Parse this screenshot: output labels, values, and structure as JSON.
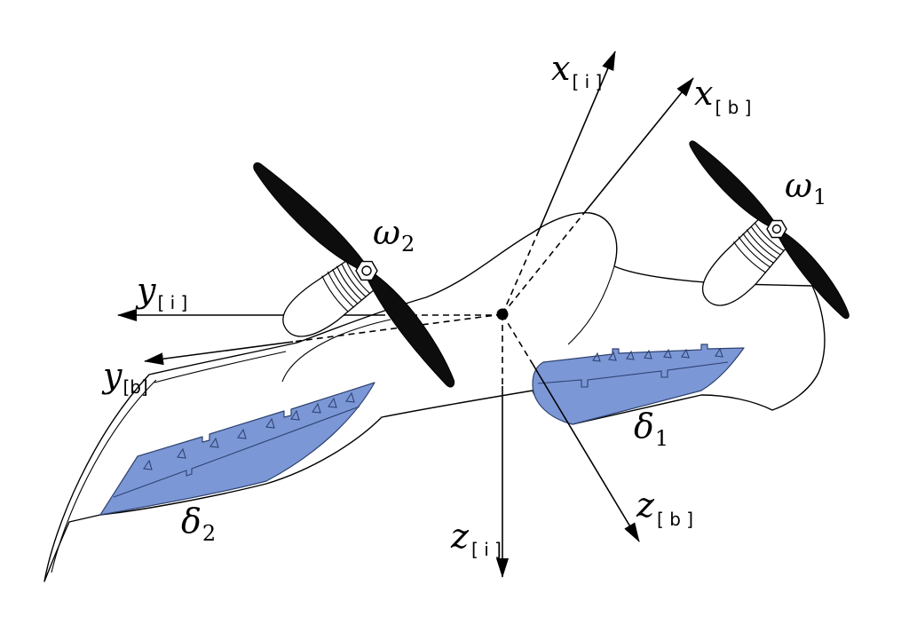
{
  "colors": {
    "flap_fill": "#7b97d6",
    "propeller": "#0d0d0d",
    "line": "#000000"
  },
  "labels": {
    "x_i": {
      "base": "x",
      "sub": "[ i ]"
    },
    "x_b": {
      "base": "x",
      "sub": "[ b ]"
    },
    "y_i": {
      "base": "y",
      "sub": "[ i ]"
    },
    "y_b": {
      "base": "y",
      "sub": "[b]"
    },
    "z_i": {
      "base": "z",
      "sub": "[ i ]"
    },
    "z_b": {
      "base": "z",
      "sub": "[ b ]"
    },
    "omega_1": {
      "base": "ω",
      "sub": "1"
    },
    "omega_2": {
      "base": "ω",
      "sub": "2"
    },
    "delta_1": {
      "base": "δ",
      "sub": "1"
    },
    "delta_2": {
      "base": "δ",
      "sub": "2"
    }
  }
}
